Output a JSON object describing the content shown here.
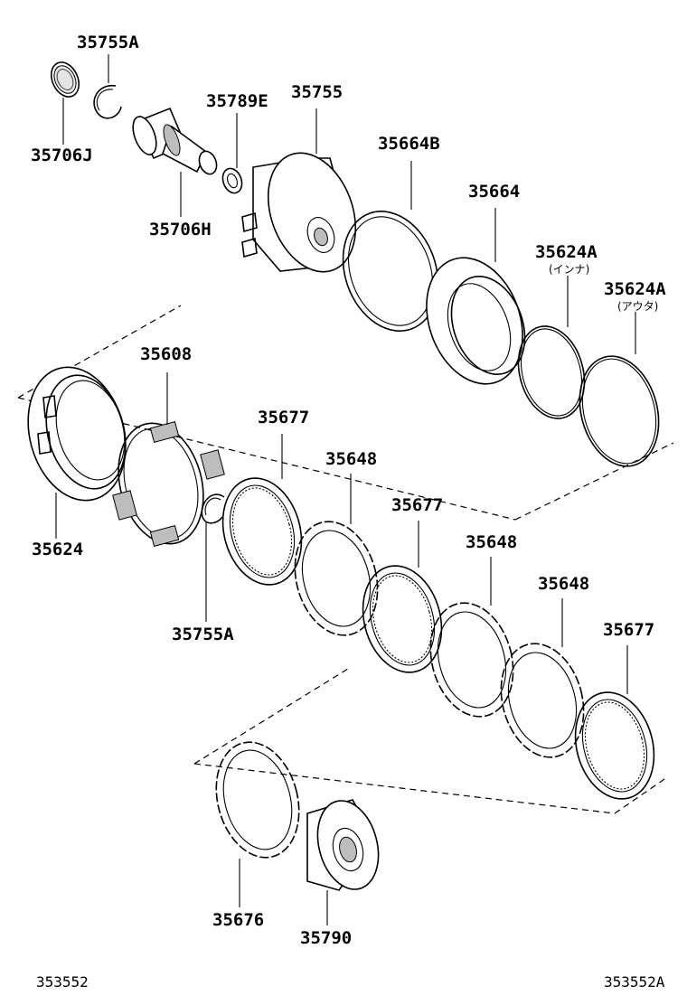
{
  "labels": {
    "p35755A_top": "35755A",
    "p35706J": "35706J",
    "p35789E": "35789E",
    "p35755": "35755",
    "p35706H": "35706H",
    "p35664B": "35664B",
    "p35664": "35664",
    "p35624A_inner": "35624A",
    "p35624A_inner_note": "(インナ)",
    "p35624A_outer": "35624A",
    "p35624A_outer_note": "(アウタ)",
    "p35608": "35608",
    "p35677_1": "35677",
    "p35648_1": "35648",
    "p35677_2": "35677",
    "p35648_2": "35648",
    "p35648_3": "35648",
    "p35677_3": "35677",
    "p35624": "35624",
    "p35755A_mid": "35755A",
    "p35676": "35676",
    "p35790": "35790"
  },
  "footer": {
    "left_ref": "353552",
    "right_ref": "353552A"
  }
}
